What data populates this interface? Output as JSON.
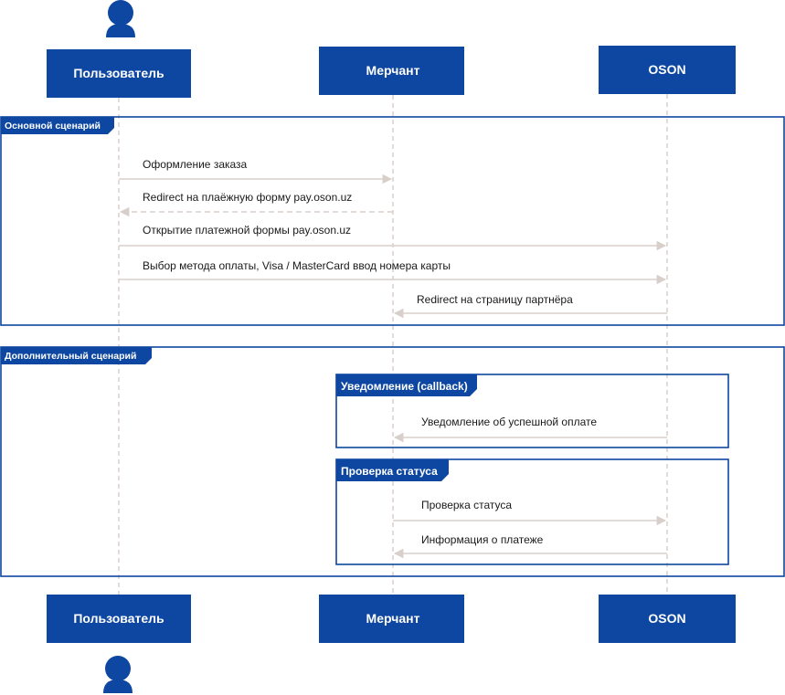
{
  "participants": [
    {
      "id": "user",
      "label": "Пользователь"
    },
    {
      "id": "merchant",
      "label": "Мерчант"
    },
    {
      "id": "oson",
      "label": "OSON"
    }
  ],
  "frames": {
    "main": {
      "label": "Основной сценарий"
    },
    "extra": {
      "label": "Дополнительный сценарий"
    },
    "callback": {
      "label": "Уведомление (callback)"
    },
    "status": {
      "label": "Проверка статуса"
    }
  },
  "messages": [
    {
      "from": "user",
      "to": "merchant",
      "style": "solid",
      "label": "Оформление заказа"
    },
    {
      "from": "merchant",
      "to": "user",
      "style": "dashed",
      "label": "Redirect на плаёжную форму pay.oson.uz"
    },
    {
      "from": "user",
      "to": "oson",
      "style": "solid",
      "label": "Открытие платежной формы pay.oson.uz"
    },
    {
      "from": "user",
      "to": "oson",
      "style": "solid",
      "label": "Выбор метода оплаты, Visa / MasterCard ввод номера карты"
    },
    {
      "from": "oson",
      "to": "merchant",
      "style": "solid",
      "label": "Redirect на страницу партнёра"
    },
    {
      "from": "oson",
      "to": "merchant",
      "style": "solid",
      "label": "Уведомление об успешной оплате"
    },
    {
      "from": "merchant",
      "to": "oson",
      "style": "solid",
      "label": "Проверка статуса"
    },
    {
      "from": "oson",
      "to": "merchant",
      "style": "solid",
      "label": "Информация о платеже"
    }
  ]
}
